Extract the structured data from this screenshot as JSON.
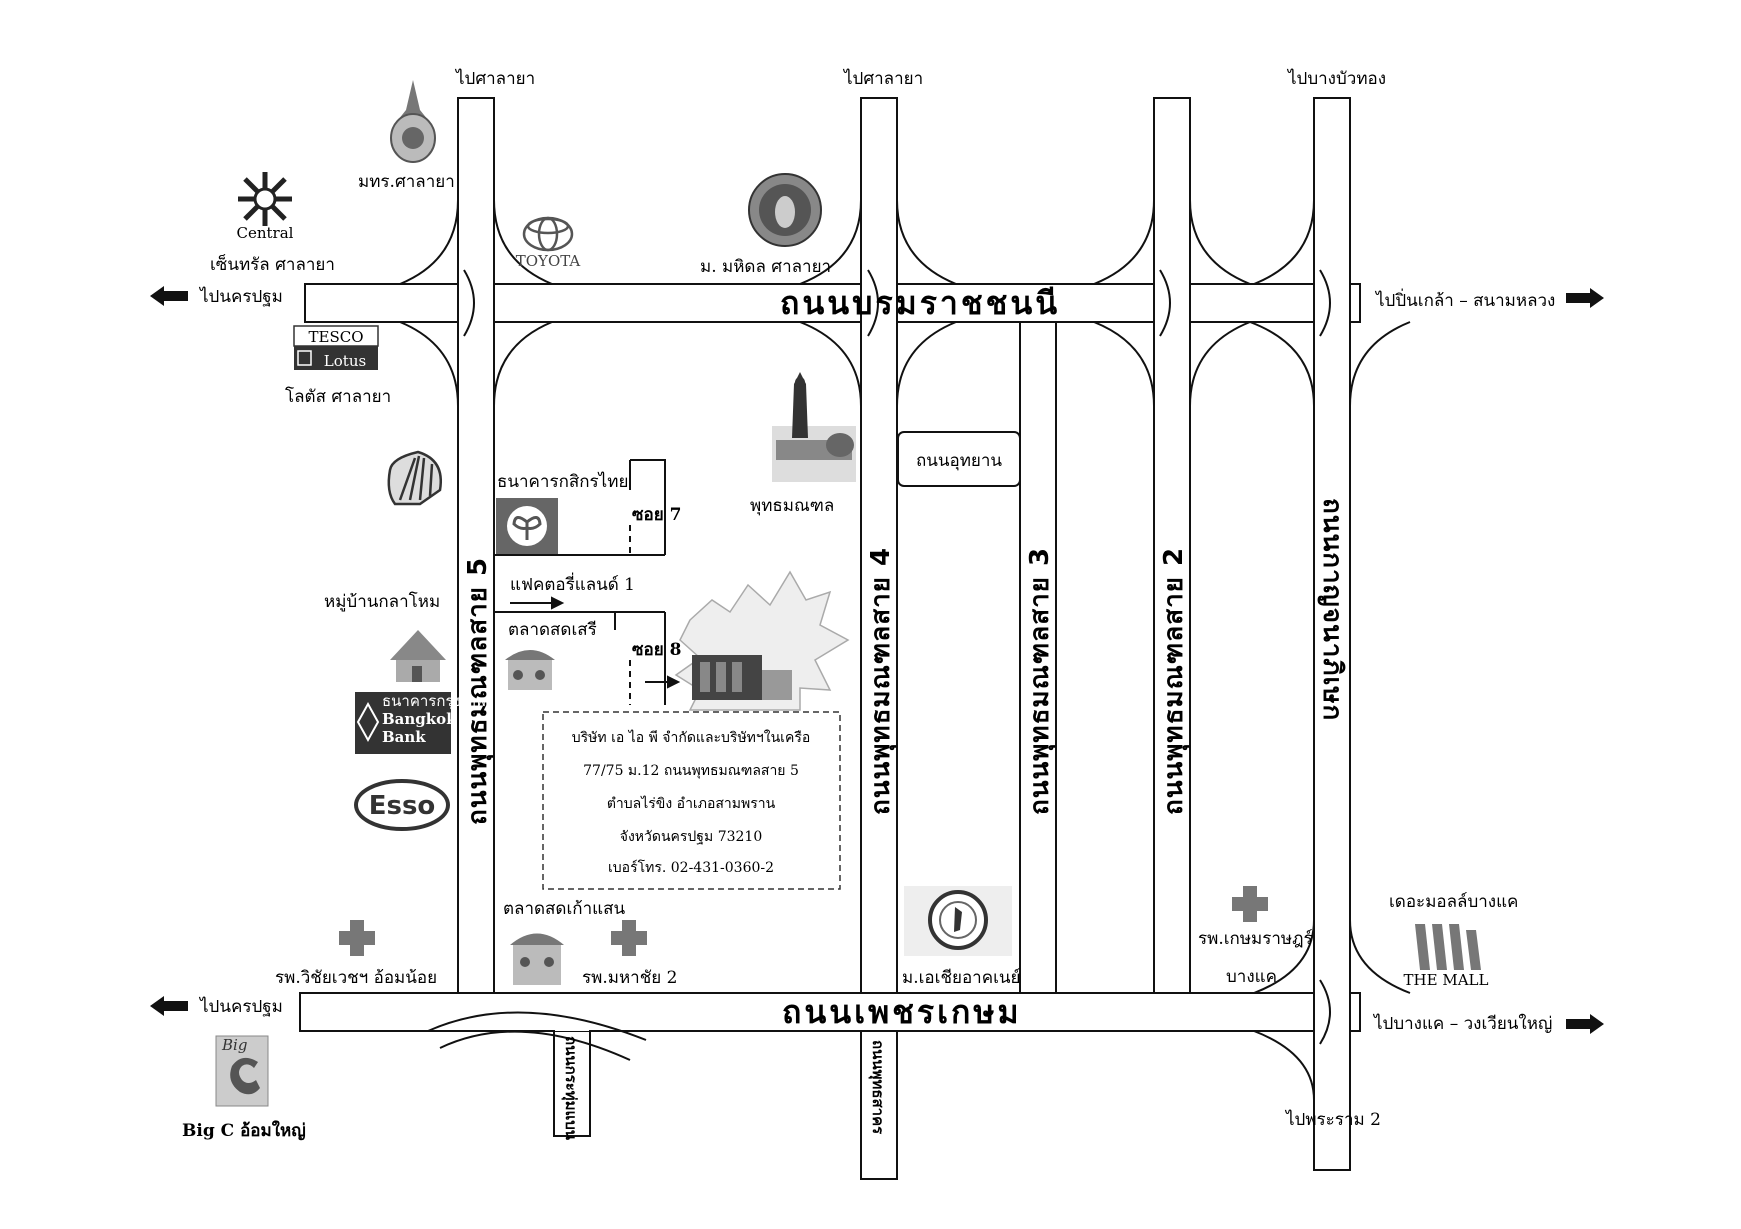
{
  "roads": {
    "north_main": "ถนนบรมราชชนนี",
    "south_main": "ถนนเพชรเกษม",
    "road_5": "ถนนพุทธมณฑลสาย 5",
    "road_4": "ถนนพุทธมณฑลสาย 4",
    "road_3": "ถนนพุทธมณฑลสาย 3",
    "road_2": "ถนนพุทธมณฑลสาย 2",
    "kanchana": "ถนนกาญจนาภิเษก",
    "utthayan": "ถนนอุทยาน",
    "krathum": "ถนนกระทุ่มแบน",
    "phuttasakhon": "ถนนพุทธสาคร",
    "soi7": "ซอย 7",
    "soi8": "ซอย 8"
  },
  "directions": {
    "top_salaya_1": "ไปศาลายา",
    "top_salaya_2": "ไปศาลายา",
    "top_bangbuathong": "ไปบางบัวทอง",
    "west_north": "ไปนครปฐม",
    "east_north": "ไปปิ่นเกล้า – สนามหลวง",
    "west_south": "ไปนครปฐม",
    "east_south": "ไปบางแค – วงเวียนใหญ่",
    "south_rama2": "ไปพระราม 2"
  },
  "landmarks": {
    "rmutr": "มทร.ศาลายา",
    "central_logo": "Central",
    "central": "เซ็นทรัล ศาลายา",
    "toyota_logo": "TOYOTA",
    "mahidol": "ม. มหิดล ศาลายา",
    "tesco_logo": "TESCO",
    "lotus_logo": "Lotus",
    "lotus": "โลตัส ศาลายา",
    "kasikorn": "ธนาคารกสิกรไทย",
    "factory_land": "แฟคตอรี่แลนด์ 1",
    "village": "หมู่บ้านกลาโหม",
    "market_seri": "ตลาดสดเสรี",
    "phutthamonthon": "พุทธมณฑล",
    "bangkok_bank_th": "ธนาคารกรุงเทพ",
    "bangkok_bank_1": "Bangkok",
    "bangkok_bank_2": "Bank",
    "esso_logo": "Esso",
    "market_kaosaen": "ตลาดสดเก้าแสน",
    "hosp_wichai": "รพ.วิชัยเวชฯ อ้อมน้อย",
    "hosp_mahachai": "รพ.มหาชัย 2",
    "asia_univ": "ม.เอเชียอาคเนย์",
    "hosp_kasem": "รพ.เกษมราษฎร์",
    "bangkhae": "บางแค",
    "the_mall": "เดอะมอลล์บางแค",
    "the_mall_logo": "THE MALL",
    "bigc_logo": "Big",
    "bigc": "Big C อ้อมใหญ่"
  },
  "address": {
    "line1": "บริษัท เอ ไอ พี จำกัดและบริษัทฯในเครือ",
    "line2": "77/75 ม.12 ถนนพุทธมณฑลสาย 5",
    "line3": "ตำบลไร่ขิง อำเภอสามพราน",
    "line4": "จังหวัดนครปฐม 73210",
    "line5": "เบอร์โทร. 02-431-0360-2"
  }
}
